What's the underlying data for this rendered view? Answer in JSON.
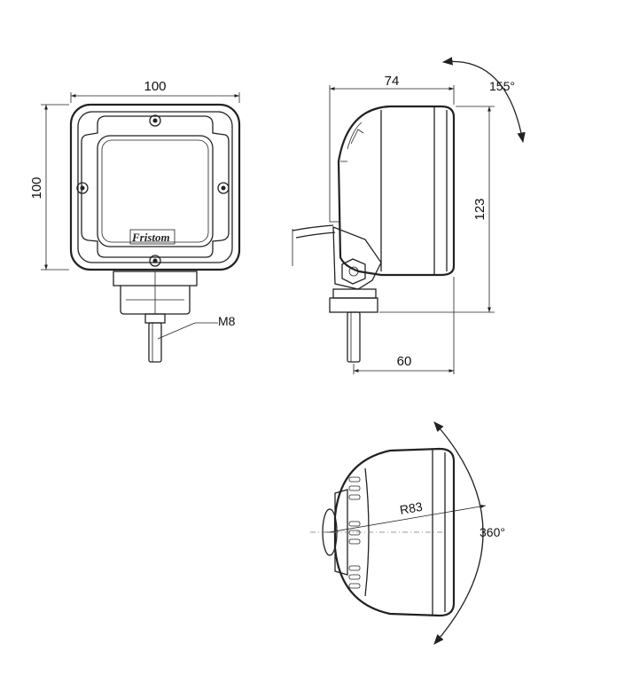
{
  "front_view": {
    "width_dim": "100",
    "height_dim": "100",
    "thread_label": "M8",
    "logo_text": "Fristom"
  },
  "side_view": {
    "depth_dim": "74",
    "height_dim": "123",
    "mount_depth_dim": "60",
    "tilt_angle": "155°"
  },
  "bottom_view": {
    "radius_dim": "R83",
    "rotation_angle": "360°"
  },
  "colors": {
    "line": "#222222",
    "center_line": "#777777",
    "background": "#ffffff"
  }
}
